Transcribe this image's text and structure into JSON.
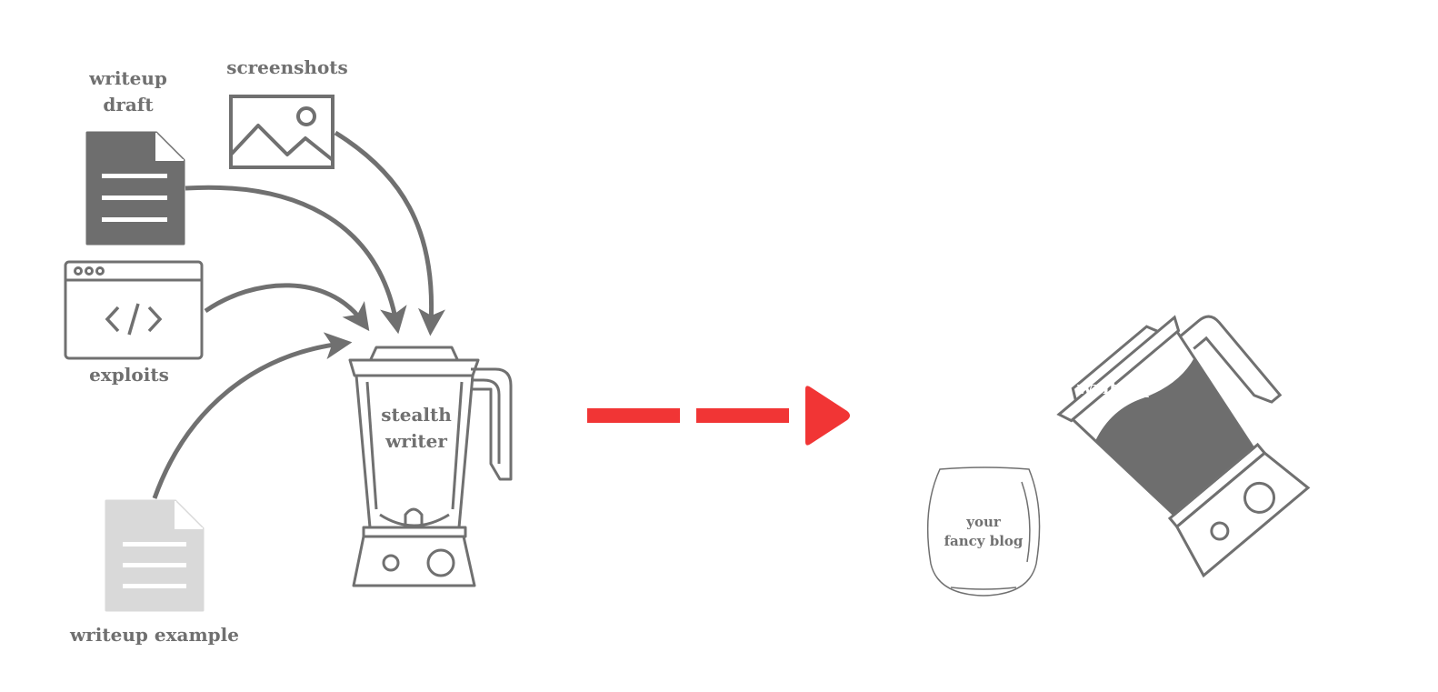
{
  "inputs": {
    "writeup_draft": "writeup\ndraft",
    "screenshots": "screenshots",
    "exploits": "exploits",
    "writeup_example": "writeup example"
  },
  "blender_label": "stealth\nwriter",
  "poured_label": "writeup",
  "glass_label": "your\nfancy blog",
  "colors": {
    "stroke": "#707070",
    "dark_fill": "#6e6e6e",
    "light_fill": "#d9d9d9",
    "arrow": "#f13535"
  },
  "icons": [
    "document-icon",
    "image-icon",
    "code-window-icon",
    "blender-icon",
    "pouring-blender-icon",
    "glass-icon",
    "arrow-icon"
  ]
}
